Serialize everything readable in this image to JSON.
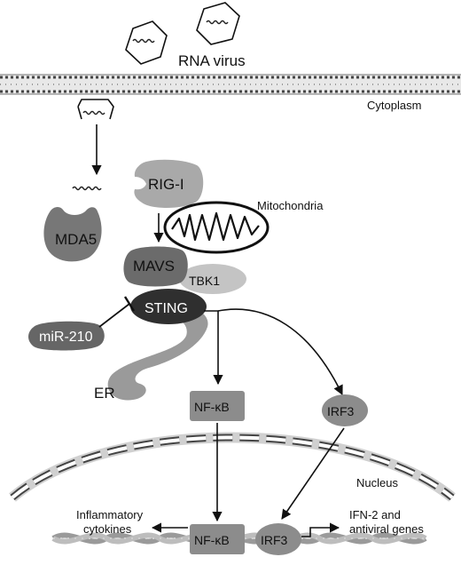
{
  "labels": {
    "rna_virus": "RNA virus",
    "cytoplasm": "Cytoplasm",
    "rig_i": "RIG-I",
    "mitochondria": "Mitochondria",
    "mda5": "MDA5",
    "mavs": "MAVS",
    "tbk1": "TBK1",
    "sting": "STING",
    "mir210": "miR-210",
    "er": "ER",
    "nfkb_cyto": "NF-κB",
    "irf3_cyto": "IRF3",
    "nucleus": "Nucleus",
    "inflammatory_line1": "Inflammatory",
    "inflammatory_line2": "cytokines",
    "nfkb_nuc": "NF-κB",
    "irf3_nuc": "IRF3",
    "ifn_line1": "IFN-2 and",
    "ifn_line2": "antiviral genes"
  },
  "colors": {
    "mda5": "#777777",
    "rig_i": "#a9a9a9",
    "mavs": "#6b6b6b",
    "tbk1": "#c4c4c4",
    "sting": "#2f2f2f",
    "mir210": "#666666",
    "er": "#9a9a9a",
    "nfkb": "#8c8c8c",
    "irf3": "#8c8c8c"
  }
}
